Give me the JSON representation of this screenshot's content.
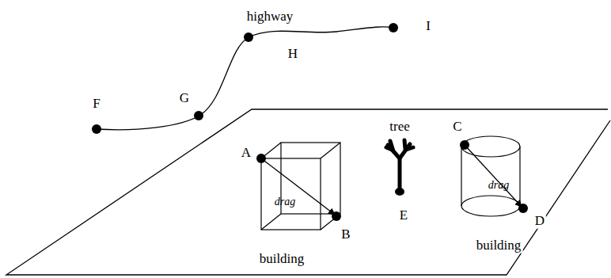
{
  "diagram": {
    "labels": [
      "highway",
      "I",
      "H",
      "G",
      "F",
      "A",
      "tree",
      "C",
      "drag",
      "drag",
      "B",
      "E",
      "D",
      "building",
      "building"
    ]
  }
}
